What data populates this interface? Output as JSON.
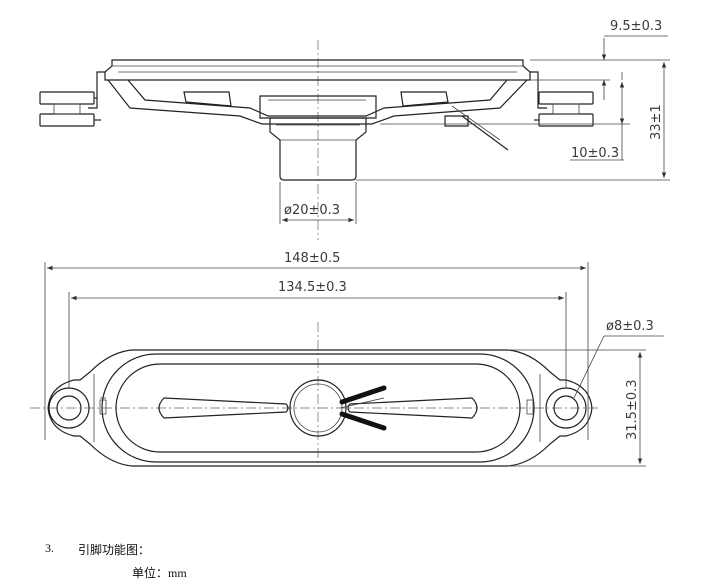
{
  "side_view": {
    "dims": {
      "top_offset": "9.5±0.3",
      "total_height": "33±1",
      "step_height": "10±0.3",
      "magnet_diameter": "ø20±0.3"
    }
  },
  "top_view": {
    "dims": {
      "overall_length": "148±0.5",
      "hole_pitch": "134.5±0.3",
      "hole_diameter": "ø8±0.3",
      "body_width": "31.5±0.3"
    }
  },
  "captions": {
    "item_number": "3.",
    "item_title": "引脚功能图：",
    "unit_line": "单位：mm"
  }
}
